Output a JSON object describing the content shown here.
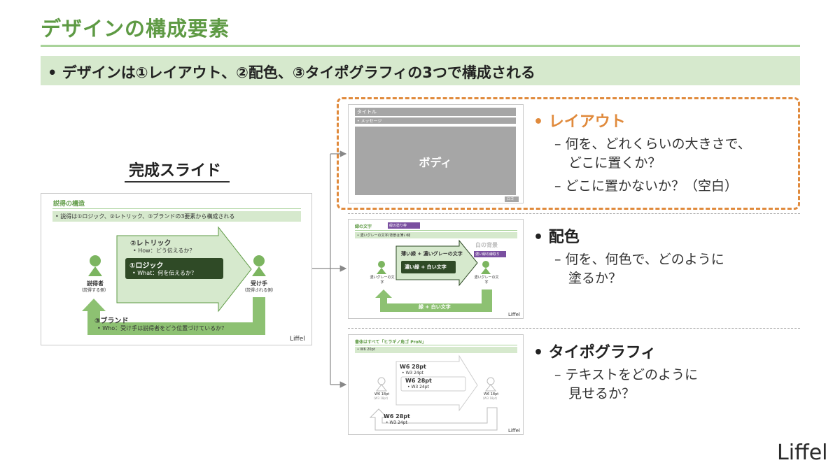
{
  "title": "デザインの構成要素",
  "subtitle": "• デザインは①レイアウト、②配色、③タイポグラフィの3つで構成される",
  "completed": {
    "label": "完成スライド",
    "header": "説得の構造",
    "message": "• 説得は①ロジック、②レトリック、③ブランドの3要素から構成される",
    "rhetoric_title": "②レトリック",
    "rhetoric_sub": "• How：どう伝えるか？",
    "logic_title": "①ロジック",
    "logic_sub": "• What：何を伝えるか？",
    "brand_title": "③ブランド",
    "brand_sub": "• Who：受け手は説得者をどう位置づけているか？",
    "persuader": "説得者",
    "persuader_sub": "（説得する側）",
    "receiver": "受け手",
    "receiver_sub": "（説得される側）",
    "logo": "Liffel"
  },
  "layout_thumb": {
    "title": "タイトル",
    "message": "• メッセージ",
    "body": "ボディ",
    "logo": "ロゴ"
  },
  "color_thumb": {
    "header": "緑の文字",
    "tag_top": "緑の塗り枠",
    "message": "• 濃いグレーの文字/背景は薄い緑",
    "bg_white": "白の背景",
    "tag_mid": "濃い緑の縁取り",
    "arrow_label": "薄い緑 + 濃いグレーの文字",
    "inner_label": "濃い緑 + 白い文字",
    "bottom_label": "緑 + 白い文字",
    "left_person": "濃いグレーの文字",
    "right_person": "濃いグレーの文字",
    "logo": "Liffel"
  },
  "typo_thumb": {
    "header": "書体はすべて「ヒラギノ角ゴ ProN」",
    "message": "• W6 20pt",
    "w6_a": "W6 28pt",
    "w3_a": "• W3 24pt",
    "w6_b": "W6 28pt",
    "w3_b": "• W3 24pt",
    "w6_c": "W6 28pt",
    "w3_c": "• W3 24pt",
    "person_left": "W6 18pt",
    "person_left_sub": "(W3 18pt)",
    "person_right": "W6 18pt",
    "person_right_sub": "(W3 18pt)",
    "logo": "Liffel"
  },
  "sections": [
    {
      "heading": "• レイアウト",
      "lines": [
        "– 何を、どれくらいの大きさで、",
        "どこに置くか？",
        "– どこに置かないか？（空白）"
      ]
    },
    {
      "heading": "• 配色",
      "lines": [
        "– 何を、何色で、どのように",
        "塗るか？"
      ]
    },
    {
      "heading": "• タイポグラフィ",
      "lines": [
        "– テキストをどのように",
        "見せるか？"
      ]
    }
  ],
  "logo": "Liffel",
  "colors": {
    "green": "#5e9a44",
    "light_green": "#d6e9cd",
    "orange": "#e08a3c",
    "dark_green": "#2f4a26",
    "purple": "#7a4fa0"
  }
}
